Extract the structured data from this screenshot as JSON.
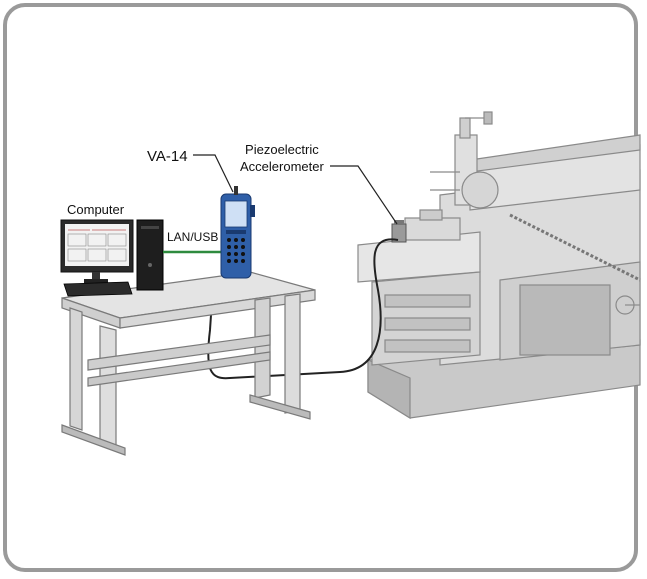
{
  "labels": {
    "computer": "Computer",
    "lan_usb": "LAN/USB",
    "device": "VA-14",
    "sensor_line1": "Piezoelectric",
    "sensor_line2": "Accelerometer"
  },
  "colors": {
    "frame_border": "#9a9a9a",
    "cable_green": "#2e8b3e",
    "device_blue": "#2f5fa8",
    "machine_gray": "#d8d8d8",
    "machine_outline": "#8a8a8a"
  }
}
